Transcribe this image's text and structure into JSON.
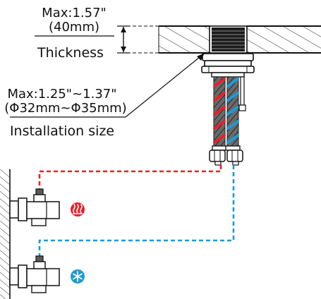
{
  "labels": {
    "thickness_max": "Max:1.57\"",
    "thickness_metric": "(40mm)",
    "thickness_title": "Thickness",
    "install_max": "Max:1.25\"~1.37\"",
    "install_metric": "(Φ32mm~Φ35mm)",
    "install_title": "Installation size"
  },
  "icons": {
    "hot": "hot-water-icon",
    "cold": "cold-water-icon"
  },
  "colors": {
    "hot": "#e8202a",
    "cold": "#1e9ad6",
    "line": "#1a1a1a"
  }
}
